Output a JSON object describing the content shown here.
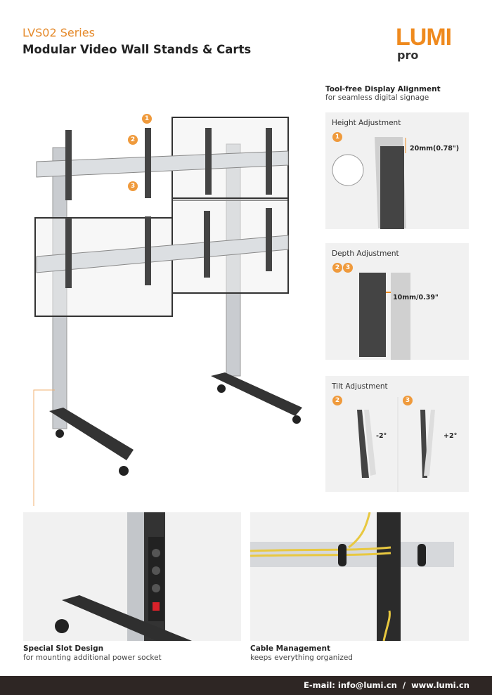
{
  "header": {
    "series": "LVS02 Series",
    "title": "Modular Video Wall Stands & Carts"
  },
  "logo": {
    "brand": "LUMI",
    "sub": "pro"
  },
  "feature": {
    "title": "Tool-free Display Alignment",
    "subtitle": "for seamless digital signage"
  },
  "callouts": [
    "1",
    "2",
    "3"
  ],
  "panels": {
    "height": {
      "label": "Height Adjustment",
      "badge": "1",
      "measure": "20mm(0.78\")"
    },
    "depth": {
      "label": "Depth Adjustment",
      "badges": [
        "2",
        "3"
      ],
      "measure": "10mm/0.39\""
    },
    "tilt": {
      "label": "Tilt Adjustment",
      "badges": [
        "2",
        "3"
      ],
      "left": "-2°",
      "right": "+2°"
    }
  },
  "bottom": [
    {
      "title": "Special Slot Design",
      "subtitle": "for mounting additional power socket"
    },
    {
      "title": "Cable Management",
      "subtitle": "keeps everything organized"
    }
  ],
  "footer": {
    "contact": "E-mail: info@lumi.cn  /  www.lumi.cn"
  },
  "colors": {
    "accent": "#ef8a1e",
    "footer": "#2e2624",
    "panel": "#f1f1f1"
  }
}
